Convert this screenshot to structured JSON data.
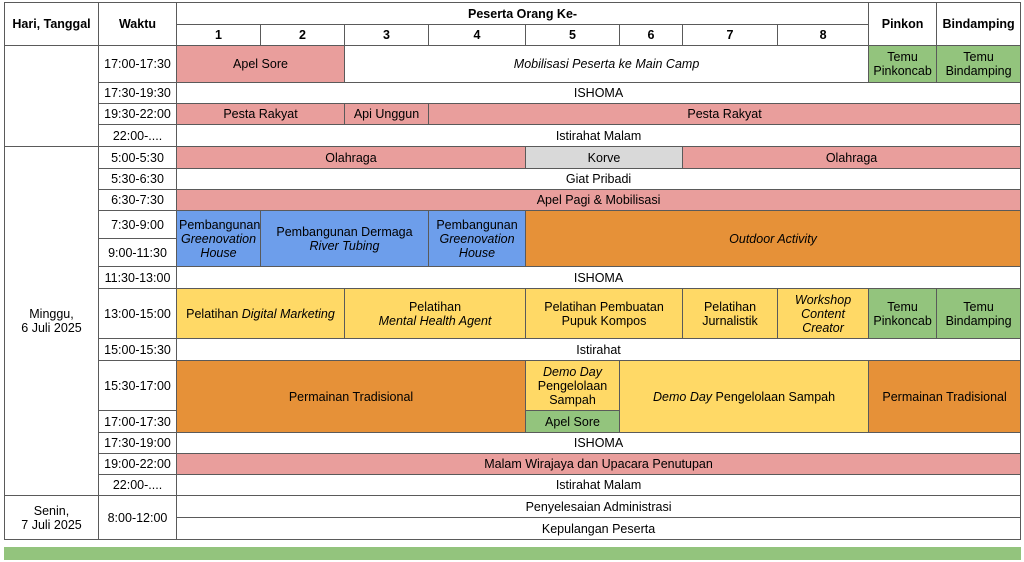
{
  "headers": {
    "day": "Hari, Tanggal",
    "time": "Waktu",
    "participants": "Peserta Orang Ke-",
    "pinkon": "Pinkon",
    "bindamping": "Bindamping",
    "numbers": [
      "1",
      "2",
      "3",
      "4",
      "5",
      "6",
      "7",
      "8"
    ]
  },
  "days": {
    "sat_line1": "",
    "sun_line1": "Minggu,",
    "sun_line2": "6 Juli 2025",
    "mon_line1": "Senin,",
    "mon_line2": "7 Juli 2025"
  },
  "times": [
    "17:00-17:30",
    "17:30-19:30",
    "19:30-22:00",
    "22:00-....",
    "5:00-5:30",
    "5:30-6:30",
    "6:30-7:30",
    "7:30-9:00",
    "9:00-11:30",
    "11:30-13:00",
    "13:00-15:00",
    "15:00-15:30",
    "15:30-17:00",
    "17:00-17:30",
    "17:30-19:00",
    "19:00-22:00",
    "22:00-....",
    "8:00-12:00"
  ],
  "cells": {
    "apel_sore": "Apel Sore",
    "mobilisasi": "Mobilisasi Peserta ke Main Camp",
    "temu_pinkoncab_a": "Temu",
    "temu_pinkoncab_b": "Pinkoncab",
    "temu_bindamping_a": "Temu",
    "temu_bindamping_b": "Bindamping",
    "ishoma": "ISHOMA",
    "pesta_rakyat": "Pesta Rakyat",
    "api_unggun": "Api Unggun",
    "istirahat_malam": "Istirahat Malam",
    "olahraga": "Olahraga",
    "korve": "Korve",
    "giat_pribadi": "Giat Pribadi",
    "apel_pagi": "Apel Pagi & Mobilisasi",
    "pembangunan": "Pembangunan",
    "greenovation": "Greenovation",
    "house": "House",
    "pembangunan_dermaga": "Pembangunan Dermaga",
    "river_tubing": "River Tubing",
    "outdoor_activity": "Outdoor Activity",
    "pelatihan": "Pelatihan",
    "digital_marketing": "Digital Marketing",
    "mental_health": "Mental Health Agent",
    "pelatihan_pembuatan": "Pelatihan Pembuatan",
    "pupuk_kompos": "Pupuk Kompos",
    "jurnalistik": "Jurnalistik",
    "workshop": "Workshop",
    "content": "Content",
    "creator": "Creator",
    "istirahat": "Istirahat",
    "permainan_tradisional": "Permainan Tradisional",
    "demo_day": "Demo Day",
    "pengelolaan": "Pengelolaan",
    "sampah": "Sampah",
    "pengelolaan_sampah": "Pengelolaan Sampah",
    "malam_wirajaya": "Malam Wirajaya dan Upacara Penutupan",
    "penyelesaian": "Penyelesaian Administrasi",
    "kepulangan": "Kepulangan Peserta"
  },
  "colors": {
    "pink": "#e99e9c",
    "grey": "#d9d9d9",
    "blue": "#6d9eeb",
    "orange": "#e69138",
    "yellow": "#ffd966",
    "green": "#93c47d"
  }
}
